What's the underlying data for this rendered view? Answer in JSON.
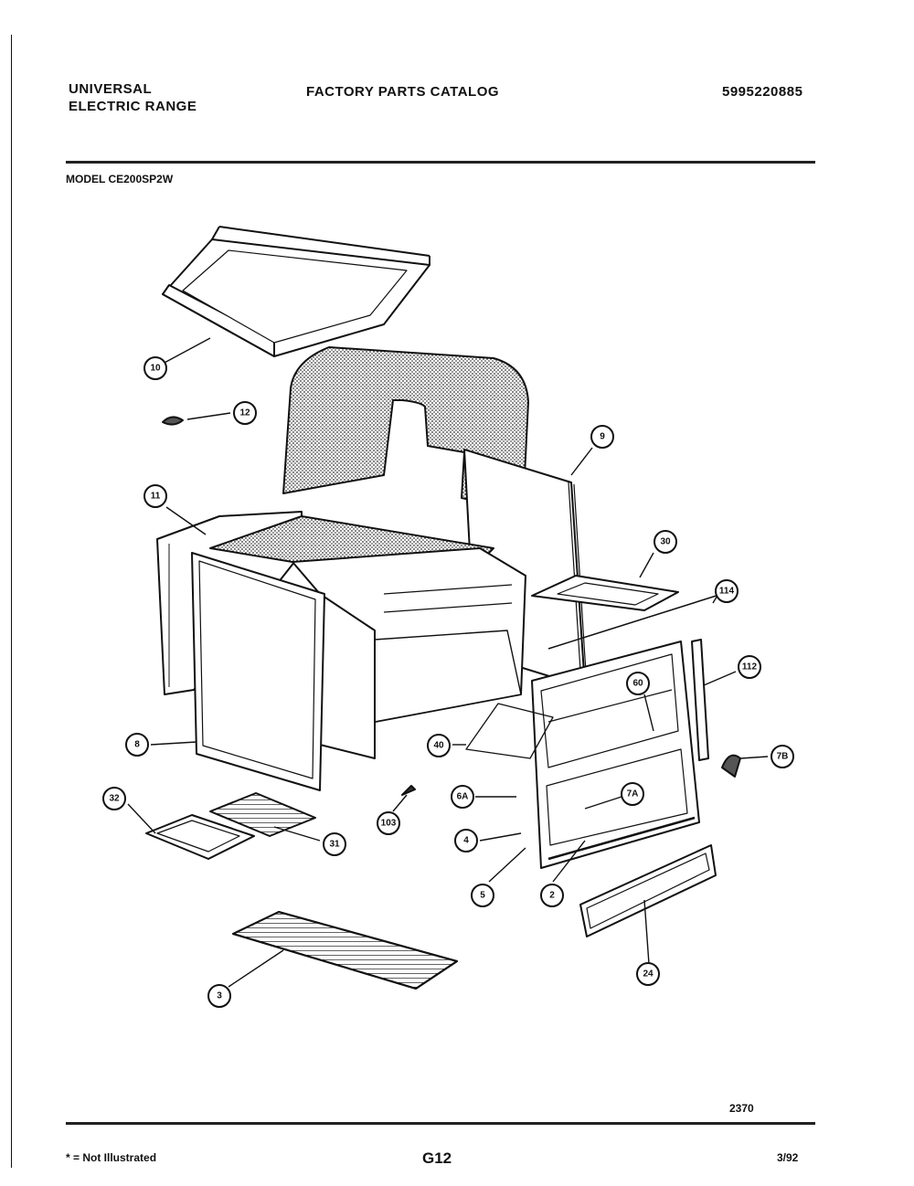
{
  "header": {
    "brand_line1": "UNIVERSAL",
    "brand_line2": "ELECTRIC RANGE",
    "catalog_title": "FACTORY PARTS CATALOG",
    "catalog_number": "5995220885"
  },
  "model": "MODEL CE200SP2W",
  "diagram_code": "2370",
  "callouts": [
    "10",
    "12",
    "9",
    "11",
    "30",
    "114",
    "112",
    "60",
    "8",
    "40",
    "7B",
    "32",
    "6A",
    "7A",
    "31",
    "103",
    "4",
    "5",
    "2",
    "24",
    "3"
  ],
  "footer": {
    "footnote": "* = Not Illustrated",
    "page": "G12",
    "date": "3/92"
  }
}
